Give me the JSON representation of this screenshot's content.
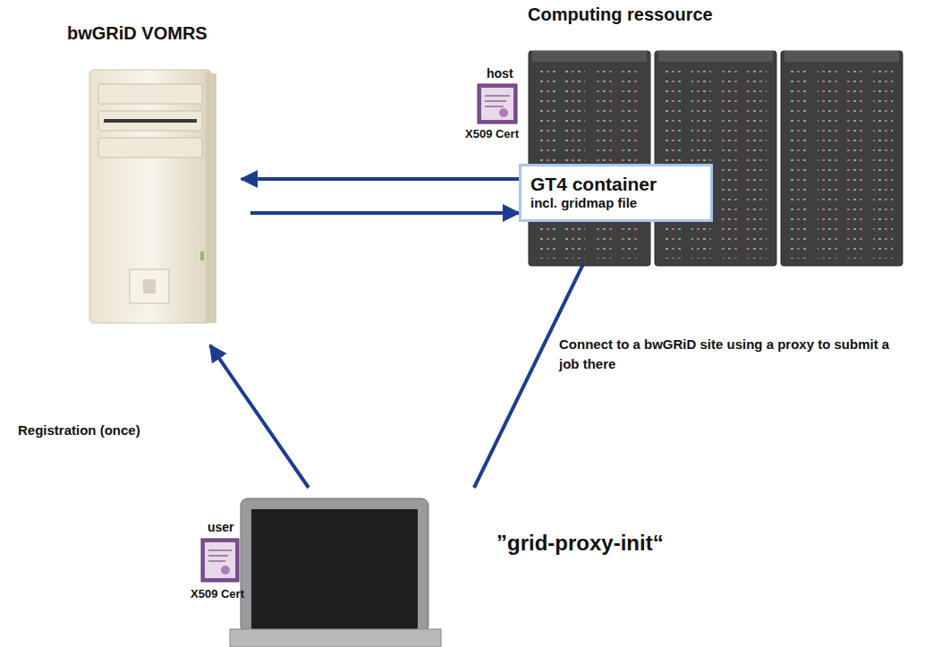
{
  "diagram": {
    "nodes": [
      {
        "text": [
          "bwGRiD VOMRS"
        ]
      },
      {
        "text": [
          "Computing ressource"
        ]
      },
      {
        "text": [
          "GT4 container",
          "incl. gridmap file"
        ],
        "in": 1
      },
      {
        "text": [
          "”grid-proxy-init“"
        ]
      }
    ],
    "edges": [
      {
        "from": 2,
        "to": 0,
        "arrow": "to"
      },
      {
        "from": 0,
        "to": 2,
        "arrow": "to"
      },
      {
        "from": 3,
        "to": 0,
        "arrow": "to",
        "label": "Registration (once)"
      },
      {
        "from": 3,
        "to": 2,
        "arrow": "to",
        "label": "Connect to a bwGRiD site using a proxy to submit a job there"
      }
    ],
    "labels": [
      "host",
      "X509 Cert",
      "user",
      "X509 Cert"
    ]
  }
}
